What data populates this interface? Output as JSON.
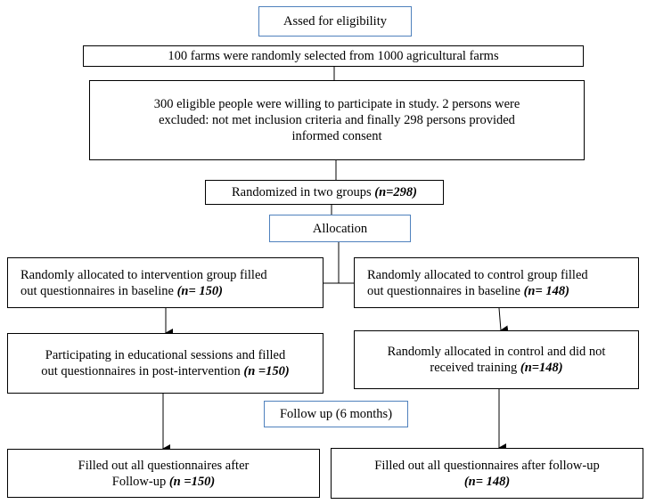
{
  "eligibility": {
    "text": "Assed for eligibility"
  },
  "selection": {
    "text": "100 farms were randomly selected from 1000 agricultural farms"
  },
  "participants": {
    "line1": "300 eligible people were willing to participate in study. 2 persons were",
    "line2": "excluded: not met inclusion criteria and finally 298 persons provided",
    "line3": "informed consent"
  },
  "randomized": {
    "text": "Randomized in two groups ",
    "n": "(n=298)"
  },
  "allocation": {
    "text": "Allocation"
  },
  "intervention_baseline": {
    "line1": "Randomly allocated to intervention group filled",
    "line2": "out questionnaires in baseline ",
    "n": "(n= 150)"
  },
  "control_baseline": {
    "line1": "Randomly allocated to control group filled",
    "line2": "out questionnaires in baseline ",
    "n": "(n= 148)"
  },
  "intervention_sessions": {
    "line1": "Participating in educational sessions and filled",
    "line2": "out questionnaires in post-intervention ",
    "n": "(n =150)"
  },
  "control_no_training": {
    "line1": "Randomly allocated in control and did not",
    "line2": "received training ",
    "n": "(n=148)"
  },
  "follow_up": {
    "text": "Follow up (6 months)"
  },
  "intervention_followup": {
    "line1": "Filled out all questionnaires after",
    "line2": "Follow-up ",
    "n": "(n =150)"
  },
  "control_followup": {
    "line1": "Filled out all questionnaires after follow-up",
    "n": "(n= 148)"
  },
  "colors": {
    "stage_border": "#4f81bd",
    "box_border": "#000000",
    "connector": "#000000"
  }
}
